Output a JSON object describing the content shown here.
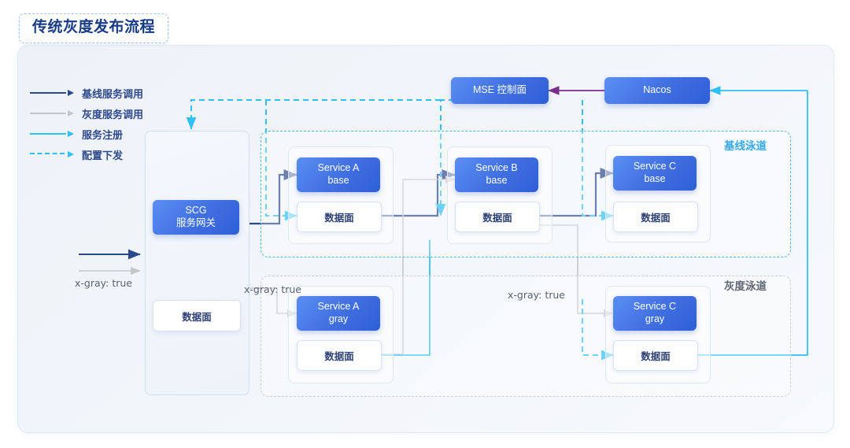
{
  "title": {
    "text": "传统灰度发布流程"
  },
  "legend": {
    "items": [
      {
        "label": "基线服务调用",
        "style": "solid",
        "color": "#2b4a8b",
        "icon": "arrow-right-icon"
      },
      {
        "label": "灰度服务调用",
        "style": "solid",
        "color": "#c4c7ca",
        "icon": "arrow-right-icon"
      },
      {
        "label": "服务注册",
        "style": "solid",
        "color": "#2ec0f7",
        "icon": "arrow-right-icon"
      },
      {
        "label": "配置下发",
        "style": "dashed",
        "color": "#2ec0f7",
        "icon": "arrow-right-dashed-icon"
      }
    ]
  },
  "control_plane": {
    "mse": {
      "label": "MSE 控制面"
    },
    "nacos": {
      "label": "Nacos"
    }
  },
  "gateway": {
    "name": "SCG\n服务网关",
    "line1": "SCG",
    "line2": "服务网关",
    "dataplane": "数据面"
  },
  "lanes": {
    "baseline": {
      "title": "基线泳道",
      "services": [
        {
          "line1": "Service A",
          "line2": "base",
          "dataplane": "数据面"
        },
        {
          "line1": "Service B",
          "line2": "base",
          "dataplane": "数据面"
        },
        {
          "line1": "Service C",
          "line2": "base",
          "dataplane": "数据面"
        }
      ]
    },
    "gray": {
      "title": "灰度泳道",
      "services": [
        {
          "line1": "Service A",
          "line2": "gray",
          "dataplane": "数据面"
        },
        {
          "line1": "Service C",
          "line2": "gray",
          "dataplane": "数据面"
        }
      ]
    }
  },
  "annotations": {
    "ingress_gray_tag": "x-gray: true",
    "a_gray_tag": "x-gray: true",
    "c_gray_tag": "x-gray: true"
  },
  "colors": {
    "node_blue": "#3f6fe0",
    "baseline_arrow": "#2b4a8b",
    "gray_arrow": "#c4c7ca",
    "register_cyan": "#2ec0f7",
    "config_cyan": "#2ec0f7",
    "nacos_sync_purple": "#7b2d8e",
    "title_text": "#173b86",
    "lane_base_title": "#33a9ef",
    "lane_gray_title": "#5f6672"
  }
}
